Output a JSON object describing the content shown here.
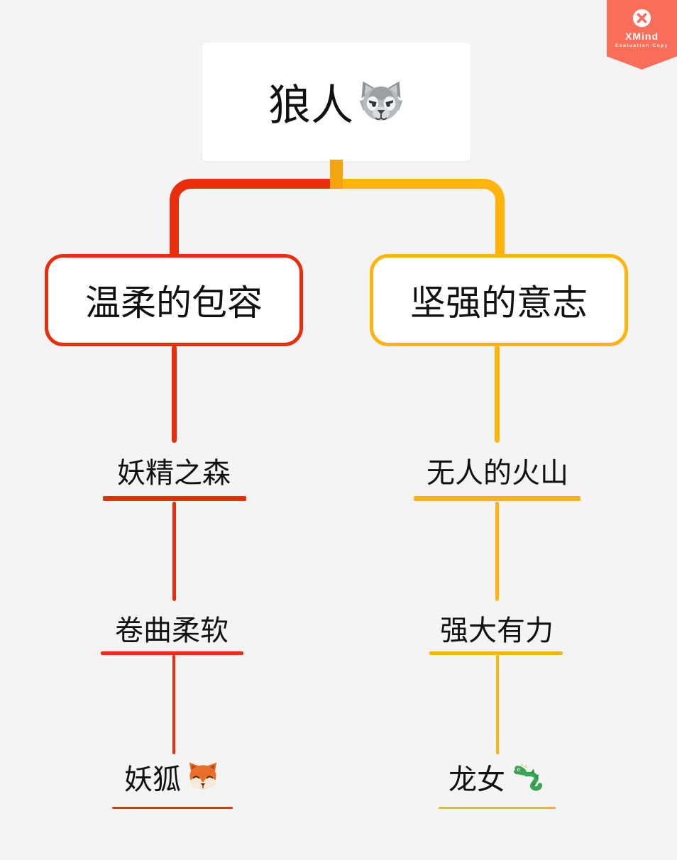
{
  "badge": {
    "app_name": "XMind",
    "subtitle": "Evaluation Copy",
    "color": "#FA6D58",
    "logo_icon": "xmind-x-logo"
  },
  "canvas": {
    "background_color": "#F5F4F4"
  },
  "mindmap": {
    "root": {
      "label": "狼人",
      "icon": "wolf-emoji"
    },
    "branches": [
      {
        "label": "温柔的包容",
        "color": "#EA2E0C",
        "children": [
          "妖精之森",
          "卷曲柔软"
        ],
        "leaf": {
          "label": "妖狐",
          "icon": "fox-emoji"
        }
      },
      {
        "label": "坚强的意志",
        "color": "#FFB30D",
        "children": [
          "无人的火山",
          "强大有力"
        ],
        "leaf": {
          "label": "龙女 ",
          "icon": "dragon-emoji"
        }
      }
    ]
  }
}
